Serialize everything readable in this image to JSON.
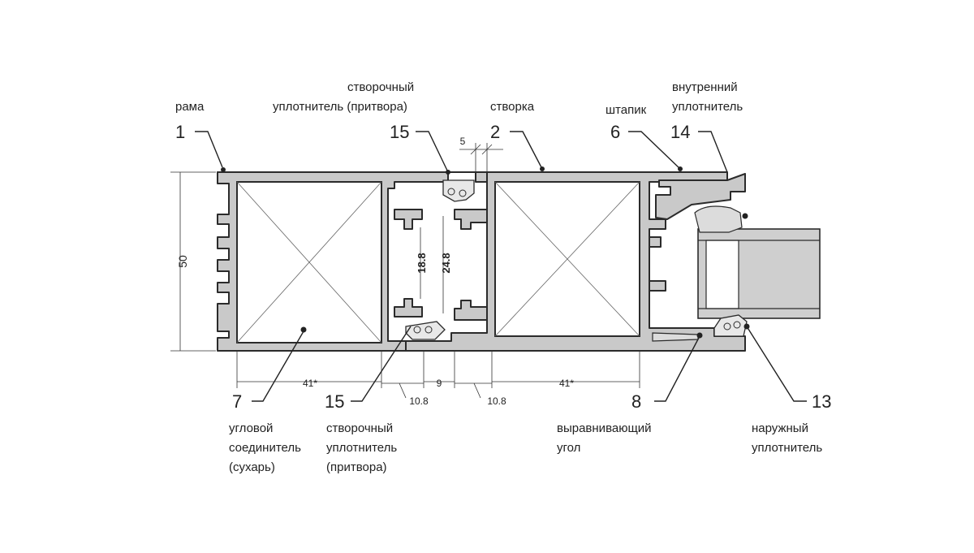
{
  "callouts": {
    "c1": {
      "num": "1",
      "lines": [
        "рама"
      ]
    },
    "c15a": {
      "num": "15",
      "lines": [
        "створочный",
        "уплотнитель (притвора)"
      ]
    },
    "c2": {
      "num": "2",
      "lines": [
        "створка"
      ]
    },
    "c6": {
      "num": "6",
      "lines": [
        "штапик"
      ]
    },
    "c14": {
      "num": "14",
      "lines": [
        "внутренний",
        "уплотнитель"
      ]
    },
    "c7": {
      "num": "7",
      "lines": [
        "угловой",
        "соединитель",
        "(сухарь)"
      ]
    },
    "c15b": {
      "num": "15",
      "lines": [
        "створочный",
        "уплотнитель",
        "(притвора)"
      ]
    },
    "c8": {
      "num": "8",
      "lines": [
        "выравнивающий",
        "угол"
      ]
    },
    "c13": {
      "num": "13",
      "lines": [
        "наружный",
        "уплотнитель"
      ]
    }
  },
  "dimensions": {
    "height": "50",
    "inner_a": "18.8",
    "inner_b": "24.8",
    "gap_top": "5",
    "width_left": "41*",
    "gasket_left": "10.8",
    "gap_mid": "9",
    "gasket_right": "10.8",
    "width_right": "41*"
  },
  "colors": {
    "profile": "#c9c9c9",
    "outline": "#2b2b2b"
  }
}
